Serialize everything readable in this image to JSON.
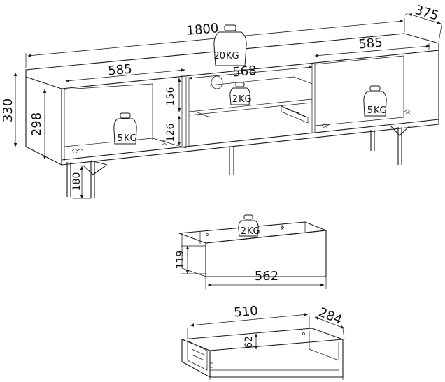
{
  "dimensions": {
    "total_width": "1800",
    "depth": "375",
    "height": "330",
    "side_left_width": "585",
    "side_right_width": "585",
    "middle_width": "568",
    "inner_height": "298",
    "shelf_upper_height": "156",
    "shelf_lower_height": "126",
    "leg_height": "180",
    "drawer_front_height": "119",
    "drawer_front_width": "562",
    "drawer_box_width": "510",
    "drawer_box_depth": "284",
    "drawer_box_height": "62"
  },
  "weights": {
    "top": "20",
    "middle_shelf": "2",
    "left_compartment": "5",
    "right_compartment": "5",
    "drawer": "2"
  },
  "weight_unit": "KG"
}
